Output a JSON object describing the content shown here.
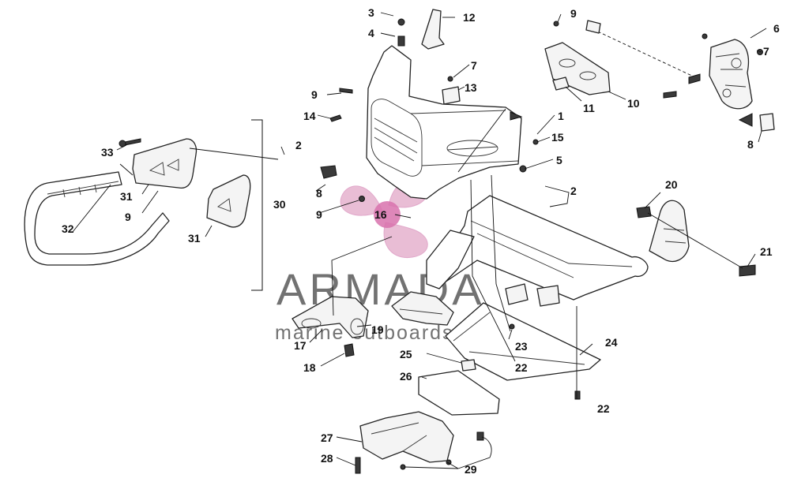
{
  "colors": {
    "line": "#222222",
    "watermark_text": "#5a5a5a",
    "watermark_logo": "#e2a7c8",
    "watermark_logo_center": "#d872ad",
    "background": "#ffffff"
  },
  "watermark": {
    "brand": "ARMADA",
    "tagline": "marine outboards"
  },
  "callouts": {
    "c1": "1",
    "c2a": "2",
    "c2b": "2",
    "c3": "3",
    "c4": "4",
    "c5": "5",
    "c6": "6",
    "c7a": "7",
    "c7b": "7",
    "c8a": "8",
    "c8b": "8",
    "c9a": "9",
    "c9b": "9",
    "c9c": "9",
    "c9d": "9",
    "c10": "10",
    "c11": "11",
    "c12": "12",
    "c13": "13",
    "c14": "14",
    "c15": "15",
    "c16": "16",
    "c17": "17",
    "c18": "18",
    "c19": "19",
    "c20": "20",
    "c21": "21",
    "c22a": "22",
    "c22b": "22",
    "c23": "23",
    "c24": "24",
    "c25": "25",
    "c26": "26",
    "c27": "27",
    "c28": "28",
    "c29": "29",
    "c30": "30",
    "c31a": "31",
    "c31b": "31",
    "c32": "32",
    "c33": "33"
  }
}
